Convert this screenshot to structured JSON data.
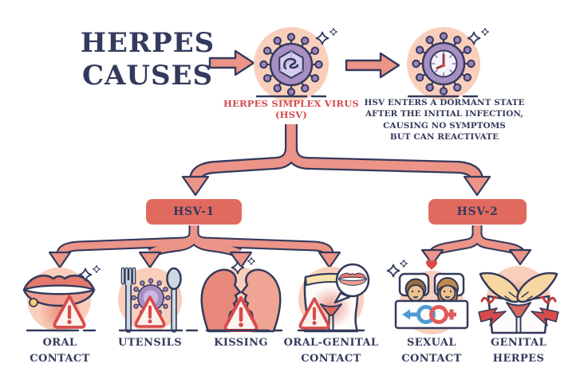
{
  "diagram_title": {
    "line1": "HERPES",
    "line2": "CAUSES"
  },
  "hsv_node": {
    "caption_line1": "HERPES SIMPLEX VIRUS",
    "caption_line2": "(HSV)"
  },
  "dormant_node": {
    "caption_lines": [
      "HSV ENTERS A DORMANT STATE",
      "AFTER THE INITIAL INFECTION,",
      "CAUSING NO SYMPTOMS",
      "BUT CAN REACTIVATE"
    ]
  },
  "types": {
    "hsv1": {
      "label": "HSV-1"
    },
    "hsv2": {
      "label": "HSV-2"
    }
  },
  "causes": {
    "oral_contact": {
      "line1": "ORAL",
      "line2": "CONTACT"
    },
    "utensils": {
      "line1": "UTENSILS",
      "line2": ""
    },
    "kissing": {
      "line1": "KISSING",
      "line2": ""
    },
    "oral_genital": {
      "line1": "ORAL-GENITAL",
      "line2": "CONTACT"
    },
    "sexual_contact": {
      "line1": "SEXUAL",
      "line2": "CONTACT"
    },
    "genital_herpes": {
      "line1": "GENITAL",
      "line2": "HERPES"
    }
  },
  "icons": [
    "hsv-virus-icon",
    "dormant-clock-virus-icon",
    "lips-warning-icon",
    "fork-spoon-virus-icon",
    "kissing-faces-icon",
    "oral-genital-body-icon",
    "couple-in-bed-icon",
    "hands-genital-pain-icon",
    "warning-triangle-icon",
    "sparkle-icon"
  ],
  "colors": {
    "background": "#ffffff",
    "outline_navy": "#333a5c",
    "arrow_fill": "#ec9488",
    "type_box_fill": "#e16a5f",
    "hsv_caption_red": "#d44a4a",
    "warning_red": "#d94b4b",
    "halo_peach": "#f9cfbc",
    "virus_purple": "#a78fc2",
    "capsid_lavender": "#d9cdf0",
    "utensil_blue": "#ccd9e2",
    "skin": "#eec28b",
    "hand_skin": "#f8d6a2",
    "male_symbol_blue": "#4f9bd5",
    "female_symbol_red": "#e05a5a",
    "lip_coral": "#e4796c"
  }
}
